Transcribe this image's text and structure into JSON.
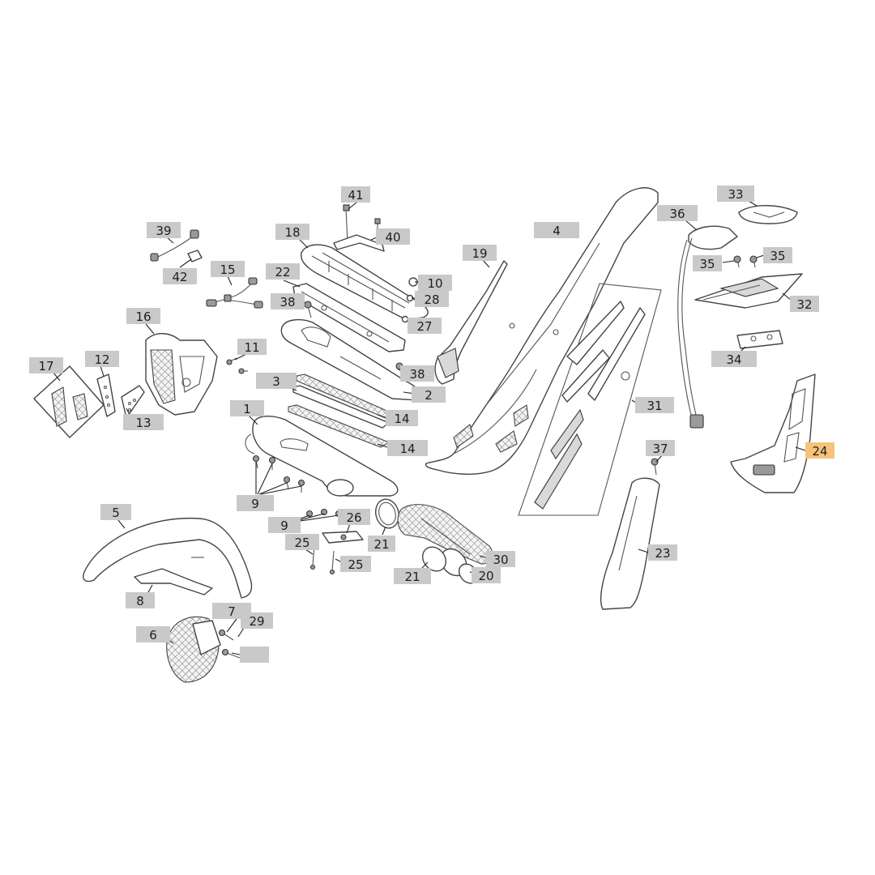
{
  "diagram": {
    "tags": [
      {
        "id": "tag-41",
        "label": "41"
      },
      {
        "id": "tag-40",
        "label": "40"
      },
      {
        "id": "tag-39",
        "label": "39"
      },
      {
        "id": "tag-42",
        "label": "42"
      },
      {
        "id": "tag-18",
        "label": "18"
      },
      {
        "id": "tag-4",
        "label": "4"
      },
      {
        "id": "tag-33",
        "label": "33"
      },
      {
        "id": "tag-36",
        "label": "36"
      },
      {
        "id": "tag-35a",
        "label": "35"
      },
      {
        "id": "tag-35b",
        "label": "35"
      },
      {
        "id": "tag-15",
        "label": "15"
      },
      {
        "id": "tag-22",
        "label": "22"
      },
      {
        "id": "tag-19",
        "label": "19"
      },
      {
        "id": "tag-10",
        "label": "10"
      },
      {
        "id": "tag-28",
        "label": "28"
      },
      {
        "id": "tag-38a",
        "label": "38"
      },
      {
        "id": "tag-27",
        "label": "27"
      },
      {
        "id": "tag-32",
        "label": "32"
      },
      {
        "id": "tag-16",
        "label": "16"
      },
      {
        "id": "tag-11",
        "label": "11"
      },
      {
        "id": "tag-34",
        "label": "34"
      },
      {
        "id": "tag-17",
        "label": "17"
      },
      {
        "id": "tag-12",
        "label": "12"
      },
      {
        "id": "tag-38b",
        "label": "38"
      },
      {
        "id": "tag-3",
        "label": "3"
      },
      {
        "id": "tag-2",
        "label": "2"
      },
      {
        "id": "tag-31",
        "label": "31"
      },
      {
        "id": "tag-13",
        "label": "13"
      },
      {
        "id": "tag-1",
        "label": "1"
      },
      {
        "id": "tag-14a",
        "label": "14"
      },
      {
        "id": "tag-14b",
        "label": "14"
      },
      {
        "id": "tag-37",
        "label": "37"
      },
      {
        "id": "tag-24",
        "label": "24"
      },
      {
        "id": "tag-9a",
        "label": "9"
      },
      {
        "id": "tag-5",
        "label": "5"
      },
      {
        "id": "tag-26",
        "label": "26"
      },
      {
        "id": "tag-9b",
        "label": "9"
      },
      {
        "id": "tag-25a",
        "label": "25"
      },
      {
        "id": "tag-21a",
        "label": "21"
      },
      {
        "id": "tag-23",
        "label": "23"
      },
      {
        "id": "tag-30",
        "label": "30"
      },
      {
        "id": "tag-25b",
        "label": "25"
      },
      {
        "id": "tag-21b",
        "label": "21"
      },
      {
        "id": "tag-20",
        "label": "20"
      },
      {
        "id": "tag-8",
        "label": "8"
      },
      {
        "id": "tag-7",
        "label": "7"
      },
      {
        "id": "tag-29",
        "label": "29"
      },
      {
        "id": "tag-6",
        "label": "6"
      },
      {
        "id": "tag-blank",
        "label": ""
      }
    ],
    "highlight_color": "#f7c27a",
    "tag_color": "#c9c9c9",
    "highlighted_part": "24"
  }
}
